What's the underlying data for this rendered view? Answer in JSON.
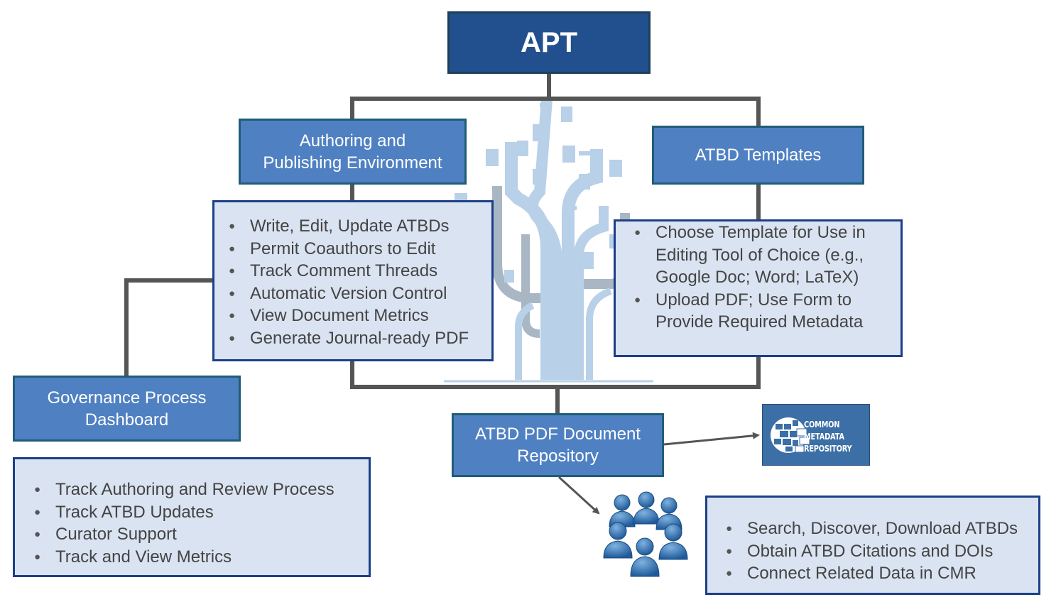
{
  "title": "APT",
  "authoring": {
    "label_line1": "Authoring and",
    "label_line2": "Publishing Environment",
    "items": [
      "Write, Edit, Update ATBDs",
      "Permit Coauthors to Edit",
      "Track Comment Threads",
      "Automatic Version Control",
      "View Document Metrics",
      "Generate Journal-ready PDF"
    ]
  },
  "templates": {
    "label": "ATBD Templates",
    "items": [
      [
        "Choose Template for Use in",
        "Editing Tool of Choice (e.g.,",
        "Google Doc; Word; LaTeX)"
      ],
      [
        "Upload PDF; Use Form to",
        "Provide Required Metadata"
      ]
    ]
  },
  "governance": {
    "label_line1": "Governance Process",
    "label_line2": "Dashboard",
    "items": [
      "Track Authoring and Review Process",
      "Track ATBD Updates",
      "Curator Support",
      "Track and View Metrics"
    ]
  },
  "repository": {
    "label_line1": "ATBD PDF Document",
    "label_line2": "Repository"
  },
  "cmr_logo": {
    "line1": "COMMON",
    "line2": "METADATA",
    "line3": "REPOSITORY"
  },
  "users": {
    "icon": "users-group-icon",
    "items": [
      "Search, Discover, Download ATBDs",
      "Obtain ATBD Citations and DOIs",
      "Connect Related Data in CMR"
    ]
  },
  "colors": {
    "header_bg": "#22508f",
    "box_bg": "#4f80c2",
    "list_bg": "#dae3f1",
    "list_border": "#1c3f88",
    "connector": "#555555",
    "tree_light": "#b8d0e8",
    "tree_gray": "#a9b7c4"
  }
}
